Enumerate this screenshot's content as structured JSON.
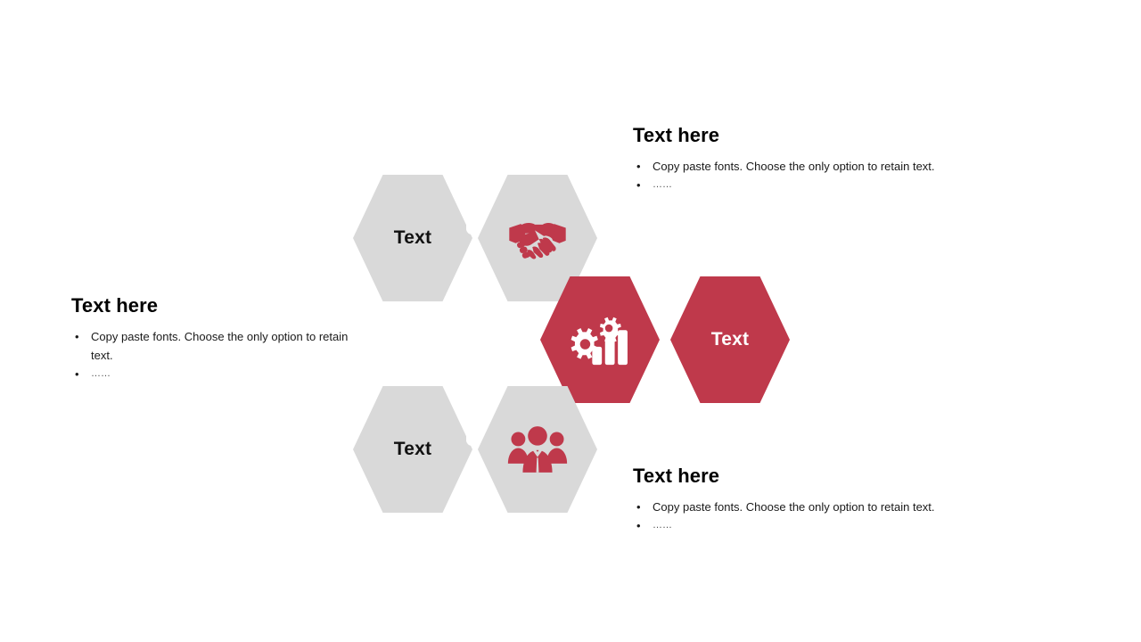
{
  "slide": {
    "background_color": "#ffffff",
    "accent_color": "#bf394b",
    "neutral_color": "#d9d9d9"
  },
  "hexagons": [
    {
      "id": "top-left",
      "label": "Text",
      "kind": "label",
      "color": "#d9d9d9",
      "text_color": "#111111"
    },
    {
      "id": "top-right",
      "label": "",
      "kind": "icon",
      "icon": "handshake-icon",
      "color": "#d9d9d9",
      "icon_color": "#bf394b"
    },
    {
      "id": "center",
      "label": "",
      "kind": "icon",
      "icon": "gears-bar-chart-icon",
      "color": "#bf394b",
      "icon_color": "#ffffff"
    },
    {
      "id": "center-right",
      "label": "Text",
      "kind": "label",
      "color": "#bf394b",
      "text_color": "#ffffff"
    },
    {
      "id": "bottom-left",
      "label": "Text",
      "kind": "label",
      "color": "#d9d9d9",
      "text_color": "#111111"
    },
    {
      "id": "bottom-right",
      "label": "",
      "kind": "icon",
      "icon": "people-group-icon",
      "color": "#d9d9d9",
      "icon_color": "#bf394b"
    }
  ],
  "text_blocks": {
    "left": {
      "title": "Text here",
      "bullets": [
        "Copy paste fonts. Choose the only option to retain text.",
        "……"
      ]
    },
    "top_right": {
      "title": "Text here",
      "bullets": [
        "Copy paste fonts. Choose the only option to retain text.",
        "……"
      ]
    },
    "bottom_right": {
      "title": "Text here",
      "bullets": [
        "Copy paste fonts. Choose the only option to retain text.",
        "……"
      ]
    }
  }
}
